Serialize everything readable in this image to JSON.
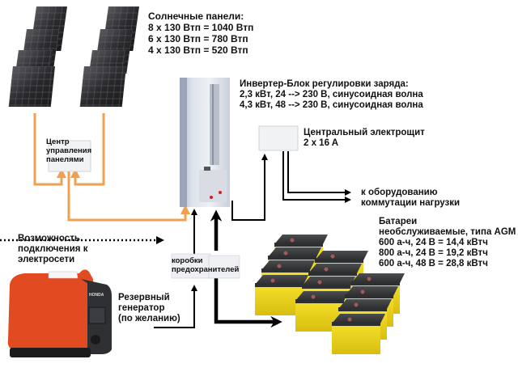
{
  "solar_panels": {
    "title": "Солнечные панели:",
    "lines": [
      "8 x 130 Втп = 1040 Втп",
      "6 x 130 Втп = 780 Втп",
      "4 x 130 Втп = 520 Втп"
    ]
  },
  "inverter": {
    "title": "Инвертер-Блок регулировки заряда:",
    "lines": [
      "2,3 кВт, 24 --> 230 В, синусоидная волна",
      "4,3 кВт, 48 --> 230 В, синусоидная волна"
    ]
  },
  "distribution_board": {
    "title": "Центральный электрощит",
    "line": "2 x 16 A"
  },
  "load_output": {
    "line1": "к оборудованию",
    "line2": "коммутации нагрузки"
  },
  "panel_controller": {
    "line1": "Центр",
    "line2": "управления",
    "line3": "панелями"
  },
  "grid_connection": {
    "line1": "Возможность",
    "line2": "подключения к",
    "line3": "электросети"
  },
  "fuse_boxes": {
    "line1": "коробки",
    "line2": "предохранителей"
  },
  "generator": {
    "line1": "Резервный",
    "line2": "генератор",
    "line3": "(по желанию)",
    "brand": "HONDA"
  },
  "batteries": {
    "title": "Батареи",
    "subtitle": "необслуживаемые, типа AGM",
    "lines": [
      "600 а-ч, 24 В = 14,4 кВтч",
      "800 а-ч, 24 В = 19,2 кВтч",
      "600 а-ч, 48 В = 28,8 кВтч"
    ]
  },
  "colors": {
    "solar_wire": "#f0a050",
    "dc_wire": "#000000",
    "battery_yellow": "#f2d814",
    "generator_red": "#e04020"
  }
}
